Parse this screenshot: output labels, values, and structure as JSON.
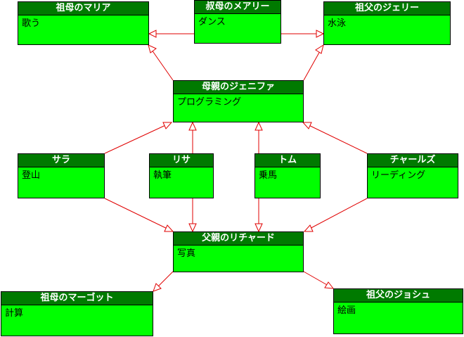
{
  "colors": {
    "header_bg": "#007a00",
    "body_bg": "#00ff00",
    "border": "#000000",
    "link": "#e00000"
  },
  "nodes": {
    "maria": {
      "name": "祖母のマリア",
      "hobby": "歌う"
    },
    "mary": {
      "name": "叔母のメアリー",
      "hobby": "ダンス"
    },
    "jerry": {
      "name": "祖父のジェリー",
      "hobby": "水泳"
    },
    "jennifer": {
      "name": "母親のジェニファ",
      "hobby": "プログラミング"
    },
    "sara": {
      "name": "サラ",
      "hobby": "登山"
    },
    "lisa": {
      "name": "リサ",
      "hobby": "執筆"
    },
    "tom": {
      "name": "トム",
      "hobby": "乗馬"
    },
    "charles": {
      "name": "チャールズ",
      "hobby": "リーディング"
    },
    "richard": {
      "name": "父親のリチャード",
      "hobby": "写真"
    },
    "margot": {
      "name": "祖母のマーゴット",
      "hobby": "計算"
    },
    "josh": {
      "name": "祖父のジョシュ",
      "hobby": "絵画"
    }
  }
}
